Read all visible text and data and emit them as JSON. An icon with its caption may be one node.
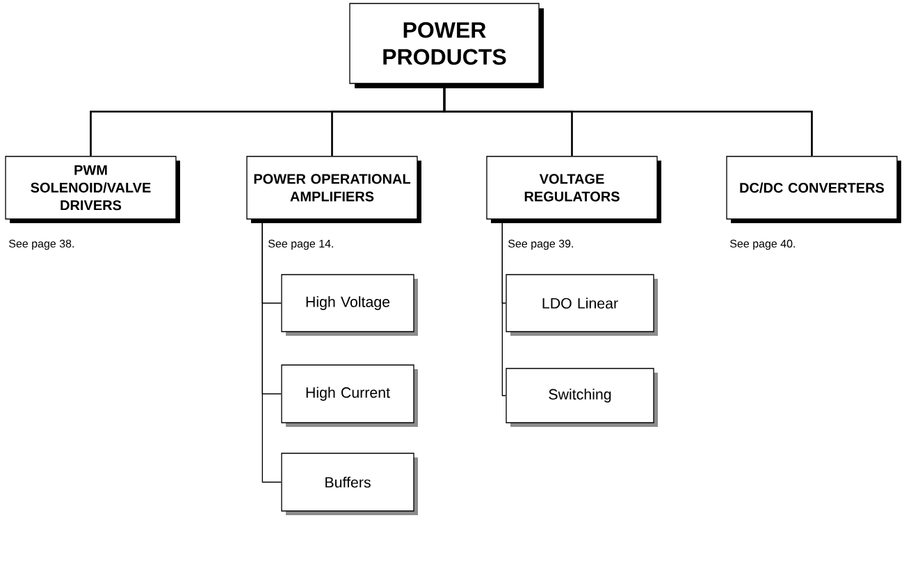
{
  "diagram": {
    "nodes": [
      {
        "text": [
          "POWER PRODUCTS"
        ]
      },
      {
        "text": [
          "PWM SOLENOID/VALVE DRIVERS"
        ],
        "beside": [
          "See page 38."
        ]
      },
      {
        "text": [
          "POWER OPERATIONAL AMPLIFIERS"
        ],
        "beside": [
          "See page 14."
        ]
      },
      {
        "text": [
          "VOLTAGE REGULATORS"
        ],
        "beside": [
          "See page 39."
        ]
      },
      {
        "text": [
          "DC/DC CONVERTERS"
        ],
        "beside": [
          "See page 40."
        ]
      },
      {
        "text": [
          "High Voltage"
        ]
      },
      {
        "text": [
          "High Current"
        ]
      },
      {
        "text": [
          "Buffers"
        ]
      },
      {
        "text": [
          "LDO Linear"
        ]
      },
      {
        "text": [
          "Switching"
        ]
      }
    ],
    "edges": [
      {
        "from": 0,
        "to": 1,
        "arrow": "none"
      },
      {
        "from": 0,
        "to": 2,
        "arrow": "none"
      },
      {
        "from": 0,
        "to": 3,
        "arrow": "none"
      },
      {
        "from": 0,
        "to": 4,
        "arrow": "none"
      },
      {
        "from": 2,
        "to": 5,
        "arrow": "none"
      },
      {
        "from": 2,
        "to": 6,
        "arrow": "none"
      },
      {
        "from": 2,
        "to": 7,
        "arrow": "none"
      },
      {
        "from": 3,
        "to": 8,
        "arrow": "none"
      },
      {
        "from": 3,
        "to": 9,
        "arrow": "none"
      }
    ]
  }
}
